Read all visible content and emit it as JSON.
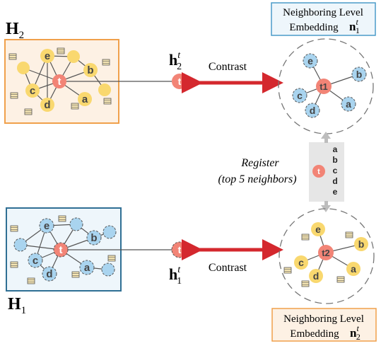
{
  "panels": {
    "h2": {
      "title": "H",
      "subscript": "2",
      "fill": "#fdf1e4",
      "stroke": "#f0a04b"
    },
    "h1": {
      "title": "H",
      "subscript": "1",
      "fill": "#eef6fb",
      "stroke": "#2f6f94"
    }
  },
  "graph_top": {
    "center": "t",
    "named_neighbors": [
      "e",
      "b",
      "c",
      "d",
      "a"
    ]
  },
  "graph_bottom": {
    "center": "t",
    "named_neighbors": [
      "e",
      "b",
      "c",
      "d",
      "a"
    ]
  },
  "embeddings": {
    "h2t": {
      "symbol": "h",
      "superscript": "t",
      "subscript": "2",
      "node": "t"
    },
    "h1t": {
      "symbol": "h",
      "superscript": "t",
      "subscript": "1",
      "node": "t"
    }
  },
  "contrast_top": "Contrast",
  "contrast_bottom": "Contrast",
  "neighbor_top": {
    "label_line1": "Neighboring Level",
    "label_line2": "Embedding",
    "symbol": "n",
    "superscript": "t",
    "subscript": "1",
    "center": "t1",
    "nodes": [
      "e",
      "b",
      "c",
      "d",
      "a"
    ]
  },
  "neighbor_bottom": {
    "label_line1": "Neighboring Level",
    "label_line2": "Embedding",
    "symbol": "n",
    "superscript": "t",
    "subscript": "2",
    "center": "t2",
    "nodes": [
      "e",
      "b",
      "c",
      "d",
      "a"
    ]
  },
  "register": {
    "line1": "Register",
    "line2_open": "(top 5 neighbors)",
    "center": "t",
    "list": [
      "a",
      "b",
      "c",
      "d",
      "e"
    ]
  },
  "colors": {
    "yellow": "#f9d86f",
    "blue": "#a9d4ef",
    "red": "#f28476",
    "arrow": "#d4282e",
    "line": "#555555"
  }
}
